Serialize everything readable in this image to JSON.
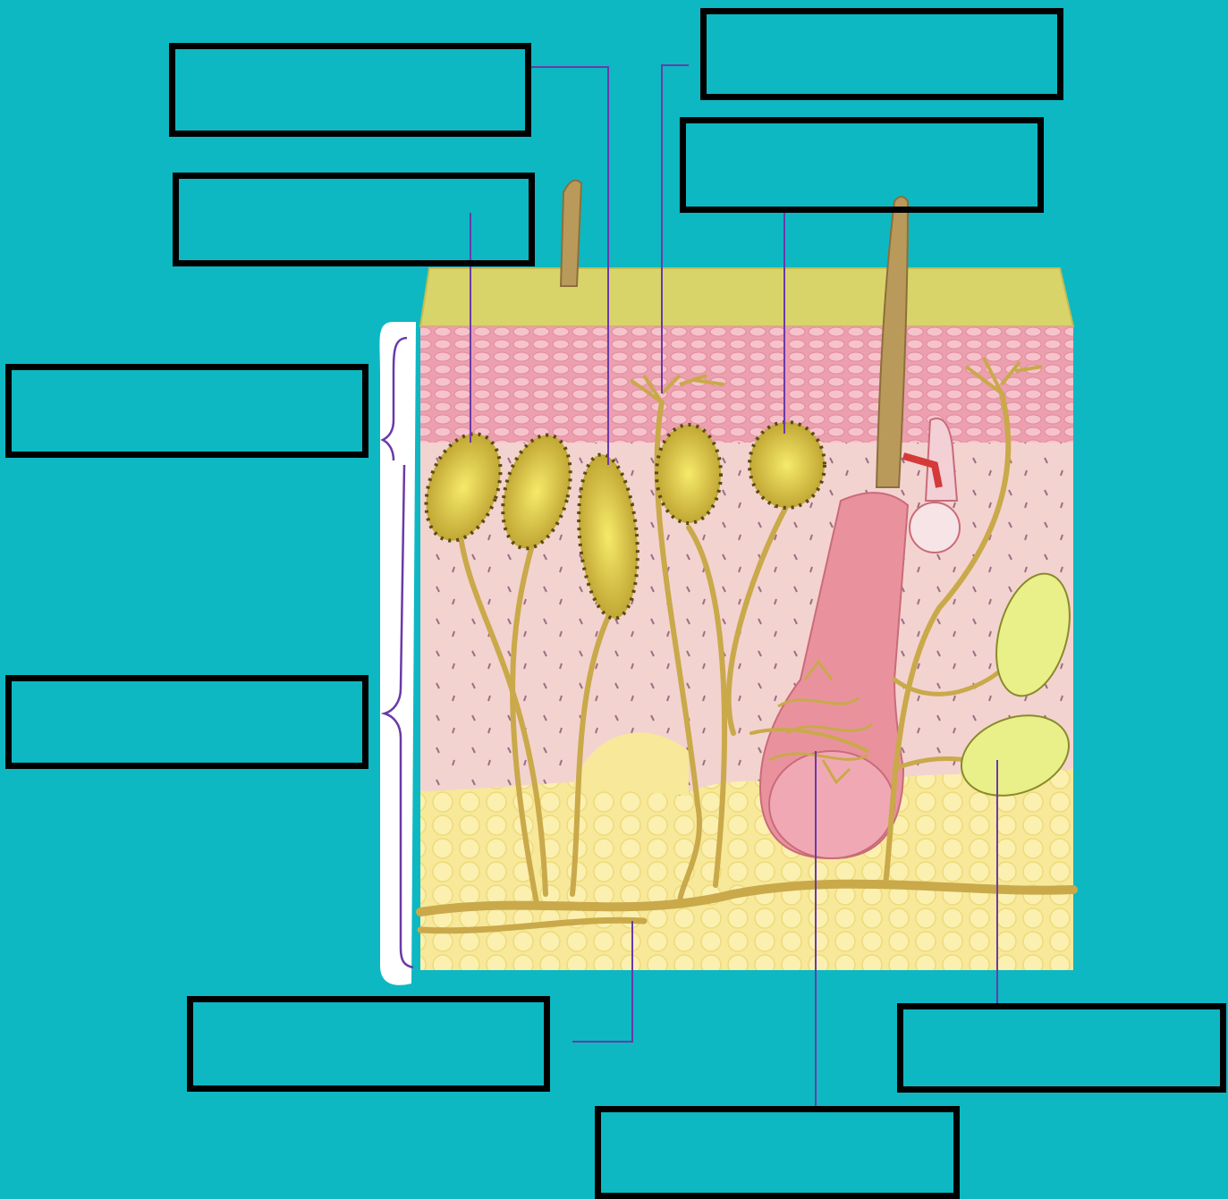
{
  "colors": {
    "background": "#0db8c2",
    "box_border": "#000000",
    "epidermis_surface": "#d9d46a",
    "epidermis_layer": "#e9a3b0",
    "dermis": "#f3c9c9",
    "hypodermis_fat": "#f5e98c",
    "nerve": "#c9a94a",
    "receptor": "#c9b83a",
    "leader_line": "#6a3aa8"
  },
  "labels": {
    "box_1": "",
    "box_2": "",
    "box_3": "",
    "box_4": "",
    "box_5": "",
    "box_6": "",
    "box_7": "",
    "box_8": "",
    "box_9": ""
  },
  "structures": [
    "skin-cross-section",
    "hair-shaft",
    "hair-follicle",
    "meissner-corpuscle",
    "free-nerve-ending",
    "pacinian-corpuscle",
    "sebaceous-gland",
    "nerve-fiber",
    "dermis-bracket"
  ]
}
